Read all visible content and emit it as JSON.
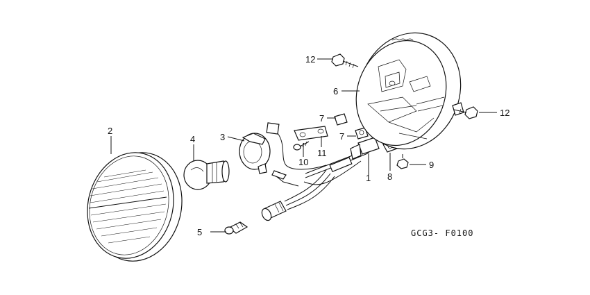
{
  "diagram": {
    "code": "GCG3- F0100",
    "callouts": [
      {
        "id": "c1",
        "label": "1"
      },
      {
        "id": "c2",
        "label": "2"
      },
      {
        "id": "c3",
        "label": "3"
      },
      {
        "id": "c4",
        "label": "4"
      },
      {
        "id": "c5",
        "label": "5"
      },
      {
        "id": "c6",
        "label": "6"
      },
      {
        "id": "c7a",
        "label": "7"
      },
      {
        "id": "c7b",
        "label": "7"
      },
      {
        "id": "c8",
        "label": "8"
      },
      {
        "id": "c9",
        "label": "9"
      },
      {
        "id": "c10",
        "label": "10"
      },
      {
        "id": "c11",
        "label": "11"
      },
      {
        "id": "c12a",
        "label": "12"
      },
      {
        "id": "c12b",
        "label": "12"
      }
    ]
  }
}
